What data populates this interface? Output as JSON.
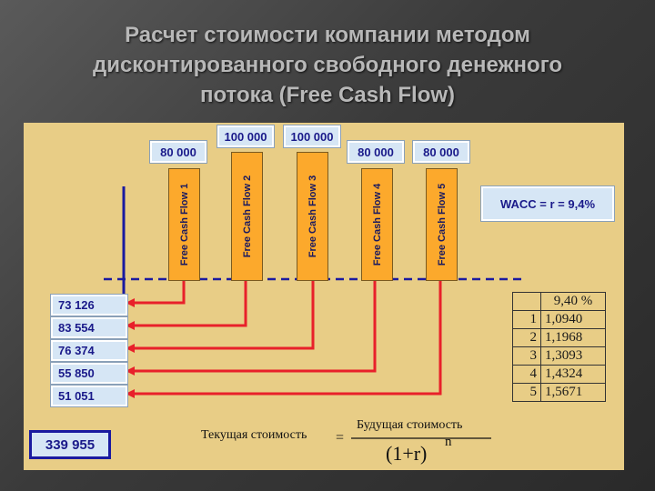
{
  "title_lines": [
    "Расчет стоимости компании методом",
    "дисконтированного свободного денежного",
    "потока (Free Cash Flow)"
  ],
  "cash_flows": [
    {
      "label": "Free Cash Flow 1",
      "value": "80 000"
    },
    {
      "label": "Free Cash Flow 2",
      "value": "100 000"
    },
    {
      "label": "Free Cash Flow 3",
      "value": "100 000"
    },
    {
      "label": "Free Cash Flow 4",
      "value": "80 000"
    },
    {
      "label": "Free Cash Flow 5",
      "value": "80 000"
    }
  ],
  "present_values": [
    "73 126",
    "83 554",
    "76 374",
    "55 850",
    "51 051"
  ],
  "total": "339 955",
  "wacc": "WACC = r = 9,4%",
  "discount_table": {
    "header": "9,40 %",
    "rows": [
      {
        "n": "1",
        "v": "1,0940"
      },
      {
        "n": "2",
        "v": "1,1968"
      },
      {
        "n": "3",
        "v": "1,3093"
      },
      {
        "n": "4",
        "v": "1,4324"
      },
      {
        "n": "5",
        "v": "1,5671"
      }
    ]
  },
  "formula": {
    "left": "Текущая стоимость",
    "eq": "=",
    "numerator": "Будущая стоимость",
    "denominator": "(1+r)",
    "exponent": "n"
  },
  "colors": {
    "panel": "#e8cd86",
    "cash_flow_box": "#fca92c",
    "arrow": "#e8202a",
    "axis": "#1a1aa0"
  }
}
